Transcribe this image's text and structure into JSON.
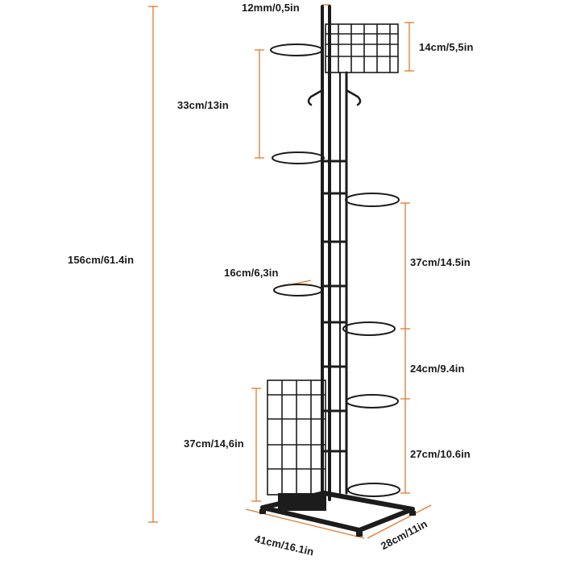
{
  "dimensions": {
    "total_height": "156cm/61.4in",
    "tube_width": "12mm/0,5in",
    "top_basket_height": "14cm/5,5in",
    "upper_gap": "33cm/13in",
    "ring_depth": "16cm/6,3in",
    "mid_gap": "37cm/14.5in",
    "lower_gap": "24cm/9.4in",
    "bottom_gap": "27cm/10.6in",
    "bottom_basket_height": "37cm/14,6in",
    "base_width": "41cm/16.1in",
    "base_depth": "28cm/11in"
  },
  "colors": {
    "dimension_line": "#e07a2e",
    "frame": "#1c1c1c"
  }
}
